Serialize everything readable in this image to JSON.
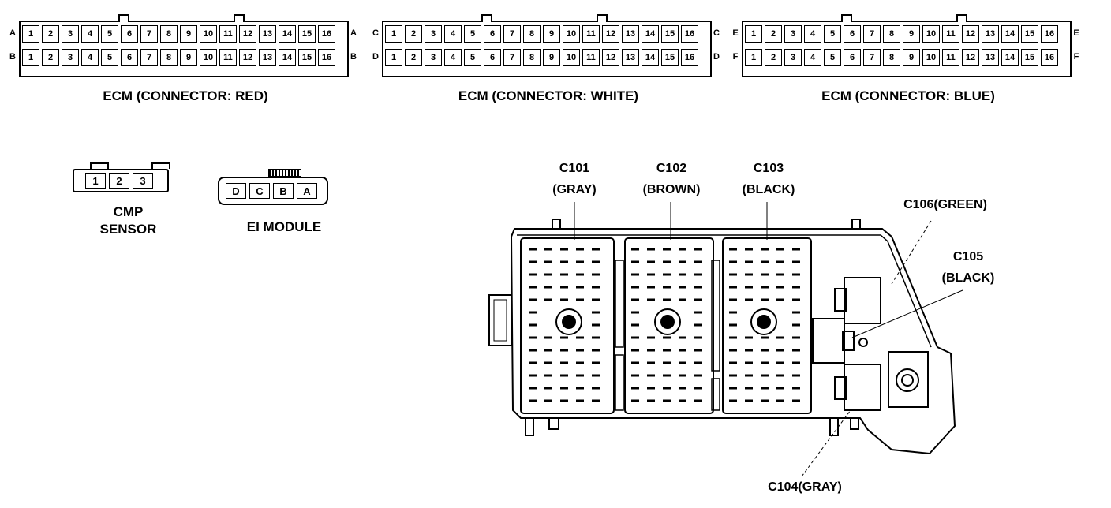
{
  "ecm_connectors": [
    {
      "caption": "ECM (CONNECTOR: RED)",
      "row_letters": [
        "A",
        "B"
      ],
      "pins": [
        "1",
        "2",
        "3",
        "4",
        "5",
        "6",
        "7",
        "8",
        "9",
        "10",
        "11",
        "12",
        "13",
        "14",
        "15",
        "16"
      ]
    },
    {
      "caption": "ECM (CONNECTOR: WHITE)",
      "row_letters": [
        "C",
        "D"
      ],
      "pins": [
        "1",
        "2",
        "3",
        "4",
        "5",
        "6",
        "7",
        "8",
        "9",
        "10",
        "11",
        "12",
        "13",
        "14",
        "15",
        "16"
      ]
    },
    {
      "caption": "ECM (CONNECTOR: BLUE)",
      "row_letters": [
        "E",
        "F"
      ],
      "pins": [
        "1",
        "2",
        "3",
        "4",
        "5",
        "6",
        "7",
        "8",
        "9",
        "10",
        "11",
        "12",
        "13",
        "14",
        "15",
        "16"
      ]
    }
  ],
  "cmp_sensor": {
    "name_line1": "CMP",
    "name_line2": "SENSOR",
    "pins": [
      "1",
      "2",
      "3"
    ]
  },
  "ei_module": {
    "name": "EI MODULE",
    "pins": [
      "D",
      "C",
      "B",
      "A"
    ]
  },
  "fuse_box_labels": {
    "c101": {
      "id": "C101",
      "color": "(GRAY)"
    },
    "c102": {
      "id": "C102",
      "color": "(BROWN)"
    },
    "c103": {
      "id": "C103",
      "color": "(BLACK)"
    },
    "c105": {
      "id": "C105",
      "color": "(BLACK)"
    },
    "c106": "C106(GREEN)",
    "c104": "C104(GRAY)"
  }
}
